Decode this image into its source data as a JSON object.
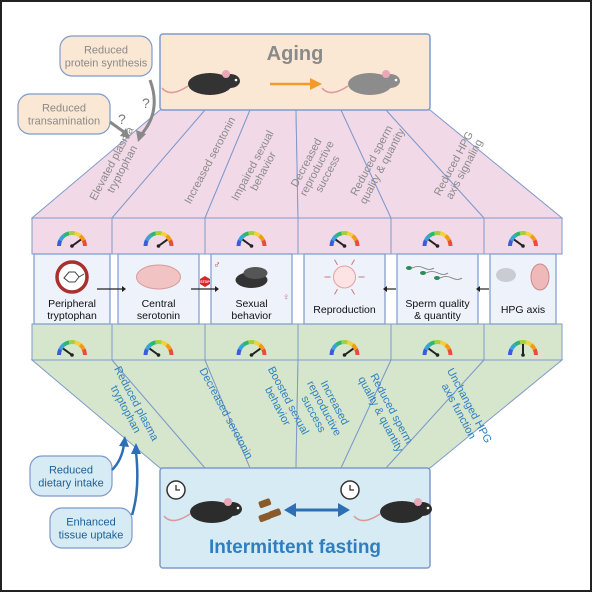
{
  "top_banner": {
    "title": "Aging"
  },
  "bottom_banner": {
    "title": "Intermittent fasting"
  },
  "top_side_notes": [
    {
      "lines": [
        "Reduced",
        "protein synthesis"
      ]
    },
    {
      "lines": [
        "Reduced",
        "transamination"
      ]
    }
  ],
  "bottom_side_notes": [
    {
      "lines": [
        "Reduced",
        "dietary intake"
      ]
    },
    {
      "lines": [
        "Enhanced",
        "tissue uptake"
      ]
    }
  ],
  "question_mark": "?",
  "central_boxes": [
    {
      "lines": [
        "Peripheral",
        "tryptophan"
      ]
    },
    {
      "lines": [
        "Central",
        "serotonin"
      ]
    },
    {
      "lines": [
        "Sexual",
        "behavior"
      ]
    },
    {
      "lines": [
        "Reproduction"
      ]
    },
    {
      "lines": [
        "Sperm quality",
        "& quantity"
      ]
    },
    {
      "lines": [
        "HPG axis"
      ]
    }
  ],
  "aging_effects": [
    {
      "lines": [
        "Elevated plasma",
        "tryptophan"
      ],
      "gauge_level": 0.8
    },
    {
      "lines": [
        "Increased serotonin"
      ],
      "gauge_level": 0.8
    },
    {
      "lines": [
        "Impaired sexual",
        "behavior"
      ],
      "gauge_level": 0.2
    },
    {
      "lines": [
        "Decreased",
        "reproductive",
        "success"
      ],
      "gauge_level": 0.2
    },
    {
      "lines": [
        "Reduced sperm",
        "quality & quantity"
      ],
      "gauge_level": 0.2
    },
    {
      "lines": [
        "Reduced HPG",
        "axis signaling"
      ],
      "gauge_level": 0.2
    }
  ],
  "fasting_effects": [
    {
      "lines": [
        "Reduced plasma",
        "tryptophan"
      ],
      "gauge_level": 0.2
    },
    {
      "lines": [
        "Decreased serotonin"
      ],
      "gauge_level": 0.2
    },
    {
      "lines": [
        "Boosted sexual",
        "behavior"
      ],
      "gauge_level": 0.8
    },
    {
      "lines": [
        "Increased",
        "reproductive",
        "success"
      ],
      "gauge_level": 0.8
    },
    {
      "lines": [
        "Reduced sperm",
        "quality & quantity"
      ],
      "gauge_level": 0.2
    },
    {
      "lines": [
        "Unchanged HPG",
        "axis function"
      ],
      "gauge_level": 0.5
    }
  ],
  "stop_sign": "STOP",
  "colors": {
    "aging_fill": "#fbe8d4",
    "fasting_fill": "#d6ebf3",
    "aging_panel": "#f2d9e8",
    "fasting_panel": "#d5e6cc",
    "box_fill": "#eef2fb",
    "box_border": "#7f9acb",
    "aging_text": "#8a8a8a",
    "fasting_text": "#2f7fc0",
    "arrow_orange": "#f39a2a"
  }
}
